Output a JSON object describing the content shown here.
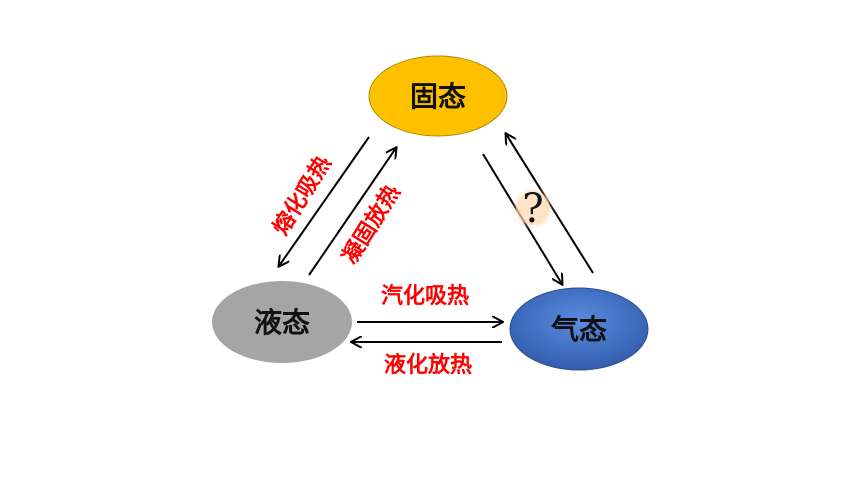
{
  "nodes": {
    "solid": {
      "label": "固态",
      "color": "#ffc000"
    },
    "liquid": {
      "label": "液态",
      "color": "#a5a5a5"
    },
    "gas": {
      "label": "气态",
      "color": "#4472c4"
    }
  },
  "edges": {
    "melting": {
      "label": "熔化吸热"
    },
    "solidification": {
      "label": "凝固放热"
    },
    "vaporization": {
      "label": "汽化吸热"
    },
    "liquefaction": {
      "label": "液化放热"
    },
    "sublimation_question": {
      "label": "?"
    }
  },
  "colors": {
    "edge_label": "#ff0000",
    "arrow": "#000000"
  }
}
